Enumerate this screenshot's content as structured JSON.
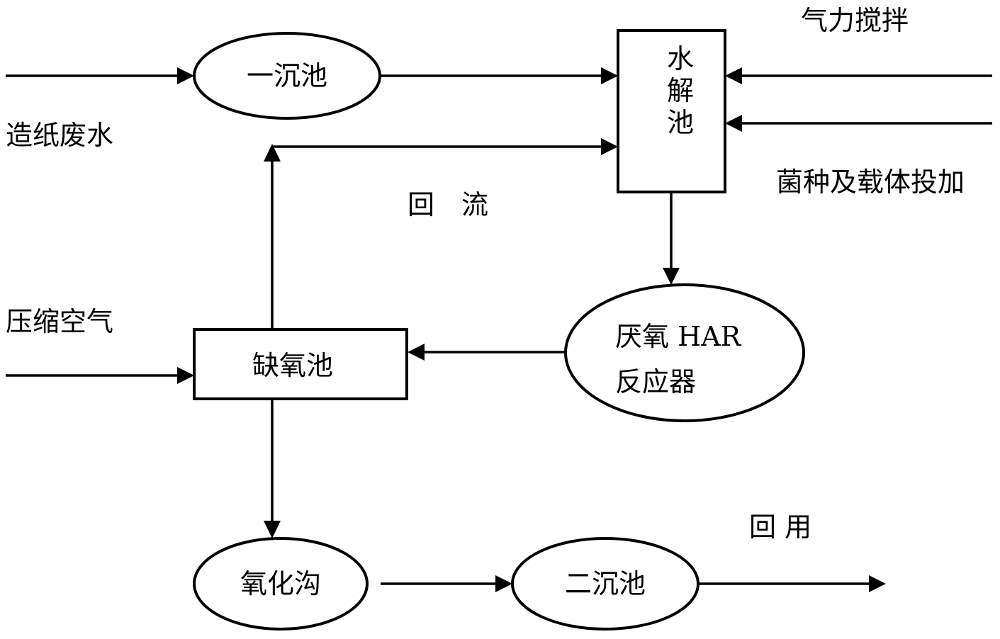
{
  "nodes": {
    "primary_clarifier": "一沉池",
    "hydrolysis_tank": [
      "水",
      "解",
      "池"
    ],
    "anaerobic_reactor": [
      "厌氧 HAR",
      "反应器"
    ],
    "anoxic_tank": "缺氧池",
    "oxidation_ditch": "氧化沟",
    "secondary_clarifier": "二沉池"
  },
  "labels": {
    "wastewater": "造纸废水",
    "air_stirring": "气力搅拌",
    "inoculum": "菌种及载体投加",
    "reflux": "回　流",
    "compressed_air": "压缩空气",
    "reuse": "回 用"
  }
}
